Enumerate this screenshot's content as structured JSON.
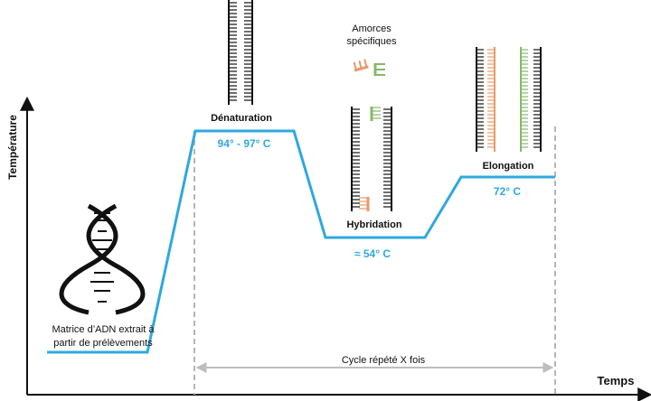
{
  "axes": {
    "y_label": "Température",
    "x_label": "Temps"
  },
  "stages": {
    "template": {
      "label_line1": "Matrice d’ADN extrait à",
      "label_line2": "partir de prélèvements"
    },
    "denaturation": {
      "label": "Dénaturation",
      "temperature": "94° - 97° C"
    },
    "hybridation": {
      "label": "Hybridation",
      "temperature": "≈ 54° C"
    },
    "elongation": {
      "label": "Elongation",
      "temperature": "72° C"
    }
  },
  "primers": {
    "label_line1": "Amorces",
    "label_line2": "spécifiques"
  },
  "cycle": {
    "label": "Cycle répété X fois"
  },
  "colors": {
    "curve": "#2fa8e0",
    "temperature_text": "#2fa8e0",
    "primer_orange": "#e89a6a",
    "primer_green": "#86b86a",
    "dna": "#111111",
    "cycle_line": "#bdbdbd"
  }
}
